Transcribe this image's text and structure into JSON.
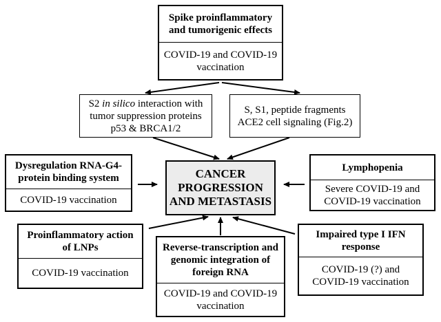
{
  "diagram": {
    "top": {
      "title": "Spike proinflammatory and tumorigenic effects",
      "body": "COVID-19 and COVID-19 vaccination"
    },
    "mid_left": {
      "pre": "S2 ",
      "italic": "in silico",
      "post": " interaction with tumor suppression proteins p53 & BRCA1/2"
    },
    "mid_right": {
      "text": "S, S1, peptide fragments ACE2 cell signaling (Fig.2)"
    },
    "center": {
      "title": "CANCER PROGRESSION AND METASTASIS"
    },
    "left": {
      "title": "Dysregulation RNA-G4-protein binding system",
      "body": "COVID-19 vaccination"
    },
    "right": {
      "title": "Lymphopenia",
      "body": "Severe COVID-19 and COVID-19 vaccination"
    },
    "bottom_left": {
      "title": "Proinflammatory action of LNPs",
      "body": "COVID-19 vaccination"
    },
    "bottom_center": {
      "title": "Reverse-transcription and genomic integration of foreign RNA",
      "body": "COVID-19 and COVID-19 vaccination"
    },
    "bottom_right": {
      "title": "Impaired type I IFN response",
      "body": "COVID-19 (?) and COVID-19 vaccination"
    }
  }
}
